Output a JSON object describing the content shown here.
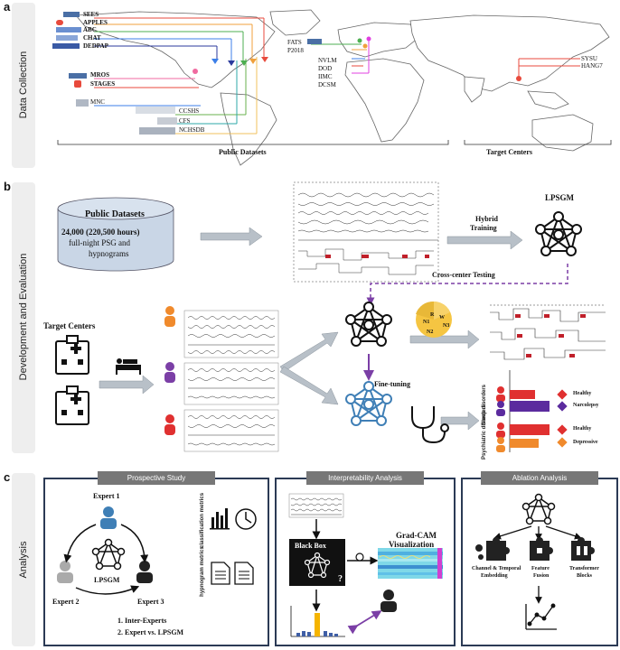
{
  "panel_a": {
    "letter": "a",
    "side_label": "Data Collection",
    "left_datasets": [
      "SEES",
      "APPLES",
      "ABC",
      "CHAT",
      "DEDPAP",
      "MROS",
      "STAGES",
      "MNC",
      "CCSHS",
      "CFS",
      "NCHSDB"
    ],
    "center_datasets": [
      "FATS",
      "P2018",
      "NVLM",
      "DOD",
      "IIMC",
      "DCSM"
    ],
    "right_datasets": [
      "SYSU",
      "HANG7"
    ],
    "bottom_left": "Public Datasets",
    "bottom_right": "Target Centers"
  },
  "panel_b": {
    "letter": "b",
    "side_label": "Development and Evaluation",
    "db_title": "Public Datasets",
    "db_line1": "24,000 (220,500 hours)",
    "db_line2": "full-night PSG and",
    "db_line3": "hypnograms",
    "hybrid_line1": "Hybrid",
    "hybrid_line2": "Training",
    "model_name": "LPSGM",
    "cross_center": "Cross-center Testing",
    "target_centers": "Target Centers",
    "fine_tuning": "Fine-tuning",
    "sleep_disorders": "Sleep disorders",
    "psychiatric_disorders": "Psychiatric disorders",
    "legend_healthy": "Healthy",
    "legend_narcolepsy": "Narcolepsy",
    "legend_depressive": "Depressive",
    "stage_w": "W",
    "stage_n1": "N1",
    "stage_n2": "N2",
    "stage_n3": "N3",
    "stage_r": "R"
  },
  "panel_c": {
    "letter": "c",
    "side_label": "Analysis",
    "prospective": {
      "title": "Prospective Study",
      "expert1": "Expert 1",
      "expert2": "Expert 2",
      "expert3": "Expert 3",
      "center": "LPSGM",
      "metric1": "classification metrics",
      "metric2": "hypnogram metrics",
      "item1": "1. Inter-Experts",
      "item2": "2. Expert vs. LPSGM"
    },
    "interpretability": {
      "title": "Interpretability Analysis",
      "black_box": "Black Box",
      "question": "?",
      "gradcam_line1": "Grad-CAM",
      "gradcam_line2": "Visualization"
    },
    "ablation": {
      "title": "Ablation Analysis",
      "item1_line1": "Channel & Temporal",
      "item1_line2": "Embedding",
      "item2_line1": "Feature",
      "item2_line2": "Fusion",
      "item3_line1": "Transformer",
      "item3_line2": "Blocks"
    }
  },
  "colors": {
    "sidebar": "#eeeeee",
    "panel_border": "#2b3a55",
    "arrow_gray": "#b8c0c8",
    "purple": "#7b3fa6",
    "blue_net": "#3f7fb6",
    "red": "#e03030",
    "orange": "#f08a2c",
    "yellow": "#f5c542"
  }
}
